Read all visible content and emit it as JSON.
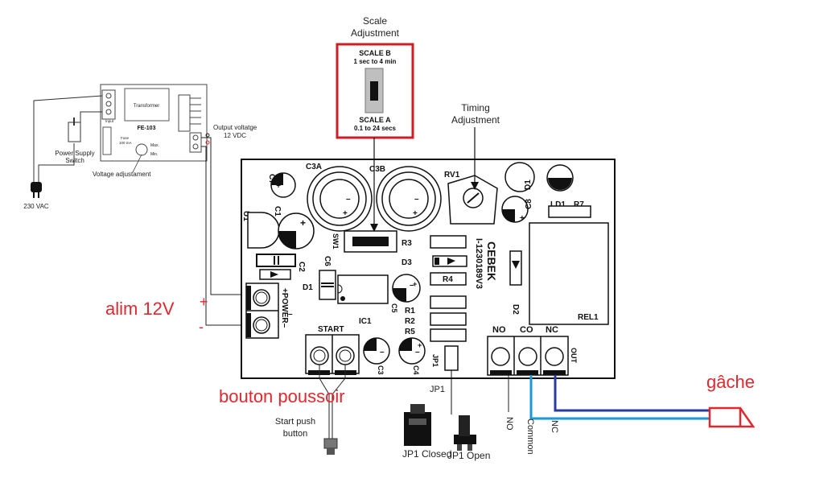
{
  "colors": {
    "annotation_red": "#e0282e",
    "common_wire": "#1a9ad6",
    "nc_wire": "#2b3a9e",
    "board_line": "#111111"
  },
  "scale_adjustment": {
    "title_line1": "Scale",
    "title_line2": "Adjustment",
    "scale_b": "SCALE B",
    "scale_b_range": "1 sec to 4 min",
    "scale_a": "SCALE A",
    "scale_a_range": "0.1 to 24 secs"
  },
  "timing": {
    "line1": "Timing",
    "line2": "Adjustment"
  },
  "power_supply": {
    "module": "FE-103",
    "transformer": "Transformer",
    "input": "Input",
    "fuse_line1": "Fuse",
    "fuse_line2": "100 mA",
    "max": "Max.",
    "min": "Min.",
    "switch_line1": "Power Supply",
    "switch_line2": "Switch",
    "voltage_adj": "Voltage adjustament",
    "output_line1": "Output voltatge",
    "output_line2": "12 VDC",
    "mains": "230 VAC"
  },
  "board": {
    "brand": "CEBEK",
    "model": "I-1230189V3",
    "components": {
      "c7": "C7",
      "c3a": "C3A",
      "c3b": "C3B",
      "rv1": "RV1",
      "u1": "U1",
      "c1": "C1",
      "sw1": "SW1",
      "r3": "R3",
      "c2": "C2",
      "d3": "D3",
      "c6": "C6",
      "d1": "D1",
      "r4": "R4",
      "c5": "C5",
      "r1": "R1",
      "r2": "R2",
      "r5": "R5",
      "ic1": "IC1",
      "c3": "C3",
      "c4": "C4",
      "jp1": "JP1",
      "c8": "C8",
      "d1b": "D1",
      "ld1": "LD1",
      "r7": "R7",
      "d2": "D2",
      "rel1": "REL1",
      "power": "+POWER–",
      "start": "START",
      "no": "NO",
      "co": "CO",
      "nc": "NC",
      "out": "OUT"
    }
  },
  "wiring": {
    "no": "NO",
    "common": "Common",
    "nc": "NC",
    "jp1": "JP1",
    "jp1_closed": "JP1 Closed",
    "jp1_open": "JP1 Open",
    "start_line1": "Start push",
    "start_line2": "button",
    "minus": "–",
    "plus": "+"
  },
  "annotations": {
    "alim": "alim 12V",
    "plus": "+",
    "minus": "-",
    "bouton": "bouton poussoir",
    "gache": "gâche"
  }
}
